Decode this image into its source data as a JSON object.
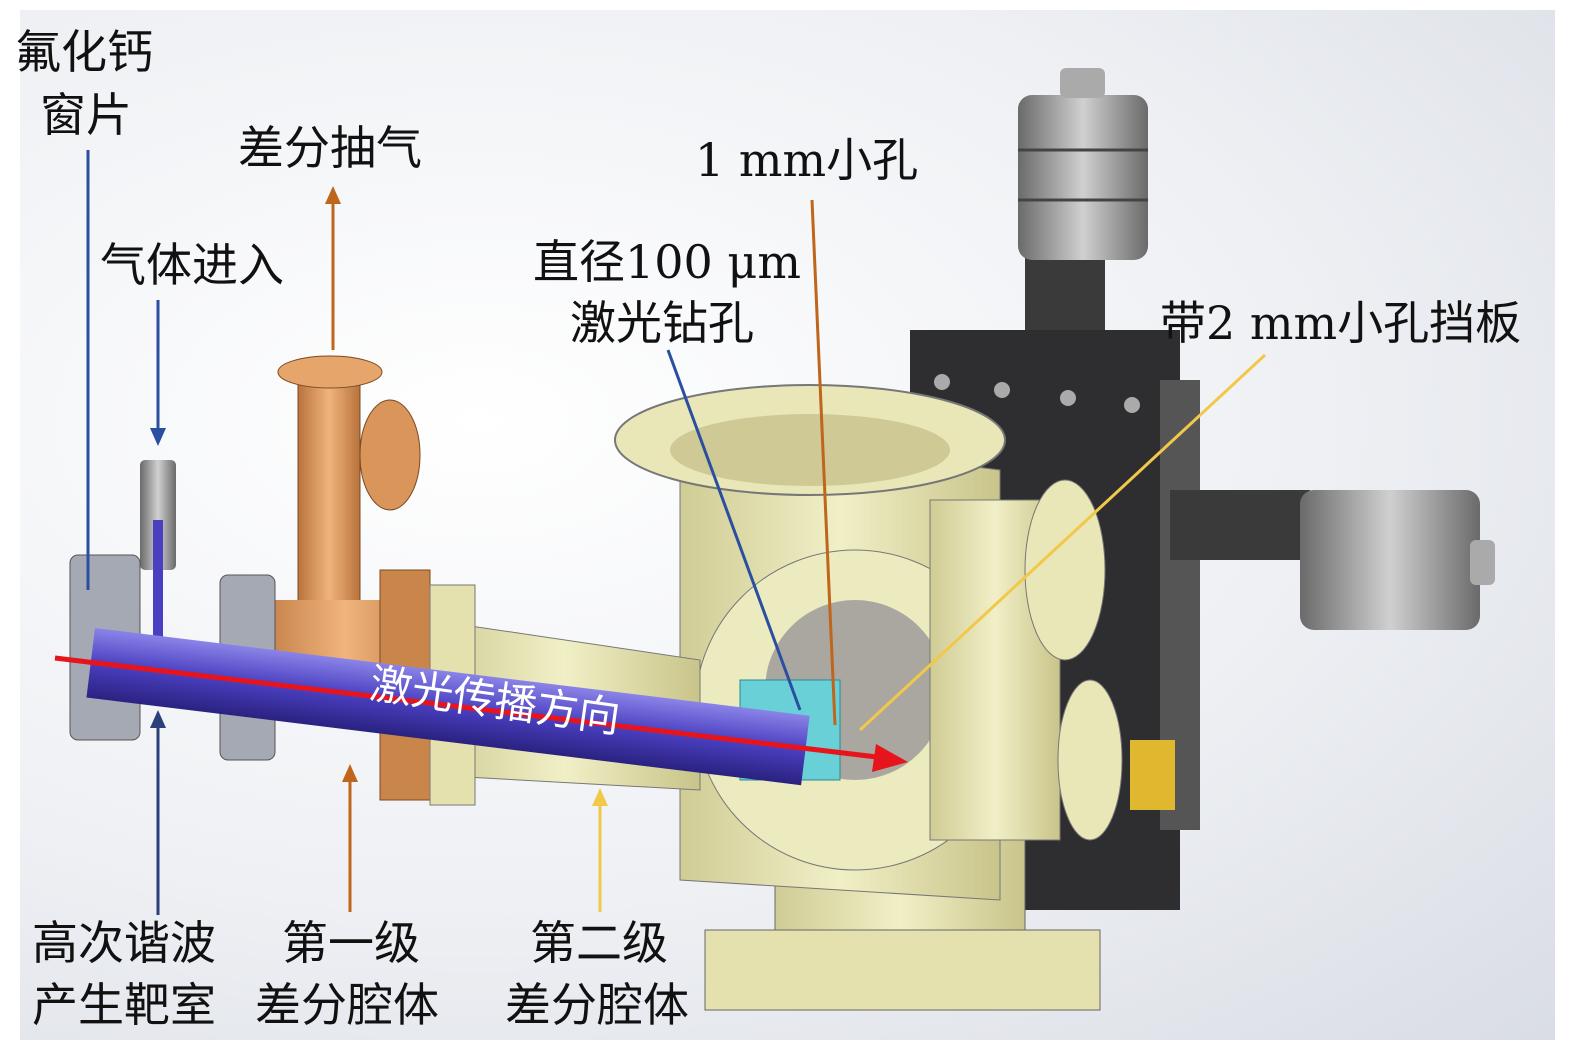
{
  "labels": {
    "caf2_window": [
      "氟化钙",
      "窗片"
    ],
    "diff_pumping": "差分抽气",
    "gas_inlet": "气体进入",
    "hole_1mm": "1 mm小孔",
    "laser_drill": [
      "直径100 μm",
      "激光钻孔"
    ],
    "baffle_2mm": "带2 mm小孔挡板",
    "beam_direction": "激光传播方向",
    "hhg_chamber": [
      "高次谐波",
      "产生靶室"
    ],
    "stage1": [
      "第一级",
      "差分腔体"
    ],
    "stage2": [
      "第二级",
      "差分腔体"
    ]
  },
  "colors": {
    "blue_arrow": "#2b4fa0",
    "orange_arrow": "#c0651c",
    "yellow_arrow": "#f2c84b",
    "beam": "#e8141c",
    "tube": "#4a3fc0",
    "copper": "#d9955a",
    "chamber": "#e6e3b0"
  }
}
